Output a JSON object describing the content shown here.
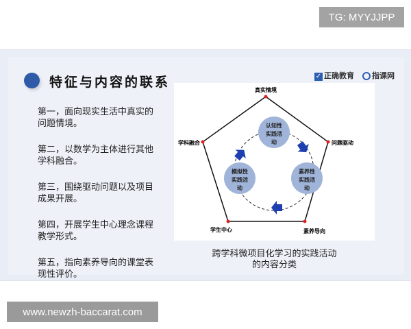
{
  "watermark_top": "TG: MYYJJPP",
  "watermark_bottom": "www.newzh-baccarat.com",
  "slide": {
    "title": "特征与内容的联系",
    "logos": [
      "正确教育",
      "指课网"
    ],
    "points": [
      "第一，面向现实生活中真实的问题情境。",
      "第二，以数学为主体进行其他学科融合。",
      "第三，围绕驱动问题以及项目成果开展。",
      "第四，开展学生中心理念课程教学形式。",
      "第五，指向素养导向的课堂表现性评价。"
    ],
    "diagram": {
      "vertices": [
        "真实情境",
        "问题驱动",
        "素养导向",
        "学生中心",
        "学科融合"
      ],
      "activities": [
        [
          "认知性",
          "实践活",
          "动"
        ],
        [
          "素养性",
          "实践活",
          "动"
        ],
        [
          "模拟性",
          "实践活",
          "动"
        ]
      ]
    },
    "caption": [
      "跨学科微项目化学习的实践活动",
      "的内容分类"
    ]
  },
  "colors": {
    "accent": "#2f5aa8",
    "circle": "#9fb4d8",
    "arrow": "#1d3fb0",
    "vertex": "#e02020"
  }
}
